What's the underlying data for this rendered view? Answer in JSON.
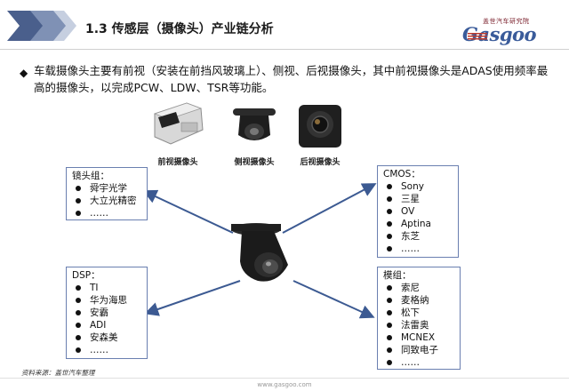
{
  "header": {
    "title": "1.3 传感层（摄像头）产业链分析",
    "logo_sub": "盖世汽车研究院",
    "logo_word": "Gasgoo"
  },
  "intro": {
    "text": "车载摄像头主要有前视（安装在前挡风玻璃上）、侧视、后视摄像头，其中前视摄像头是ADAS使用频率最高的摄像头，以完成PCW、LDW、TSR等功能。"
  },
  "cameras": [
    {
      "label": "前视摄像头"
    },
    {
      "label": "侧视摄像头"
    },
    {
      "label": "后视摄像头"
    }
  ],
  "lens_box": {
    "header": "镜头组：",
    "items": [
      "舜宇光学",
      "大立光精密",
      "……"
    ]
  },
  "cmos_box": {
    "header": "CMOS：",
    "items": [
      "Sony",
      "三星",
      "OV",
      "Aptina",
      "东芝",
      "……"
    ]
  },
  "dsp_box": {
    "header": "DSP：",
    "items": [
      "TI",
      "华为海思",
      "安霸",
      "ADI",
      "安森美",
      "……"
    ]
  },
  "module_box": {
    "header": "模组：",
    "items": [
      "索尼",
      "麦格纳",
      "松下",
      "法雷奥",
      "MCNEX",
      "同致电子",
      "……"
    ]
  },
  "footer": {
    "source": "资料来源：盖世汽车整理",
    "url": "www.gasgoo.com"
  },
  "colors": {
    "arrow": "#3c5a92",
    "box_border": "#6a7fb0",
    "logo_blue": "#3a5b9a",
    "chevron": "#4a5f8c"
  }
}
